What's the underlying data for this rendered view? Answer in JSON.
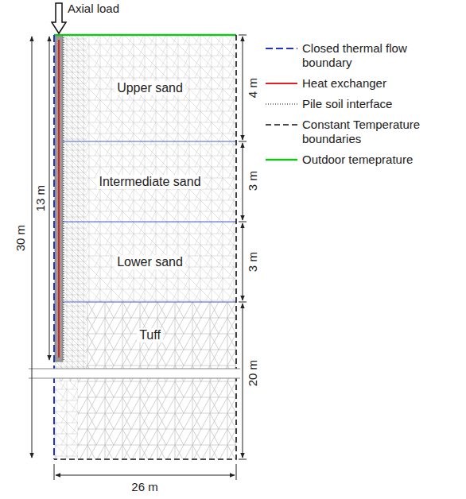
{
  "diagram": {
    "nodes": [
      {
        "text": [
          "Upper sand"
        ]
      },
      {
        "text": [
          "Intermediate sand"
        ]
      },
      {
        "text": [
          "Lower sand"
        ]
      },
      {
        "text": [
          "Tuff"
        ]
      }
    ],
    "labels": [
      "Axial load",
      "30 m",
      "13 m",
      "4 m",
      "3 m",
      "3 m",
      "20 m",
      "26 m"
    ],
    "legend": [
      {
        "text": "Closed thermal flow boundary"
      },
      {
        "text": "Heat exchanger"
      },
      {
        "text": "Pile soil interface"
      },
      {
        "text": "Constant Temperature boundaries"
      },
      {
        "text": "Outdoor temeprature"
      }
    ]
  }
}
